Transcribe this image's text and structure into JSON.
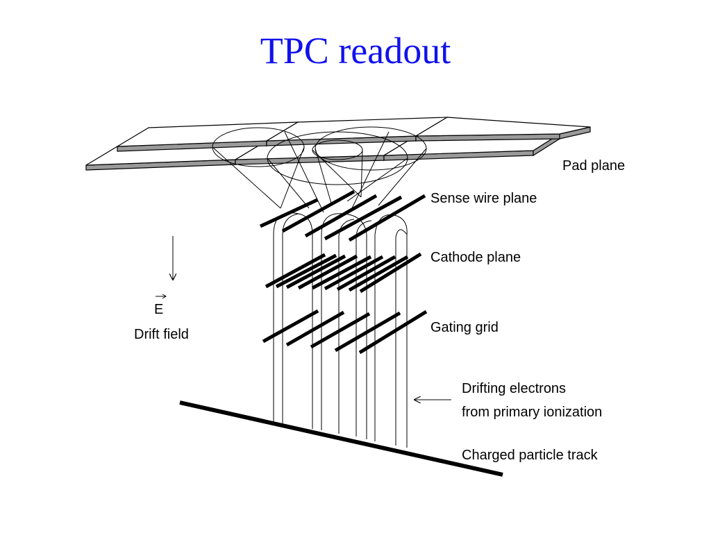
{
  "slide": {
    "title": "TPC readout"
  },
  "diagram": {
    "labels": {
      "pad_plane": "Pad plane",
      "sense_wire_plane": "Sense wire plane",
      "cathode_plane": "Cathode plane",
      "gating_grid": "Gating grid",
      "drifting_electrons_line1": "Drifting electrons",
      "drifting_electrons_line2": "from primary ionization",
      "charged_particle_track": "Charged particle track",
      "field_symbol": "E",
      "drift_field": "Drift field"
    }
  }
}
